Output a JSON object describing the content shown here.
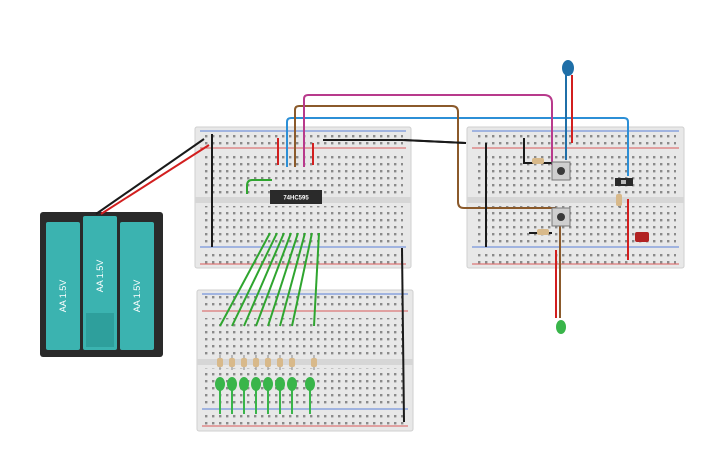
{
  "battery_pack": {
    "cells": [
      "AA 1.5V",
      "AA 1.5V",
      "AA 1.5V"
    ]
  },
  "ic_chip": {
    "label": "74HC595"
  },
  "colors": {
    "breadboard": "#e6e6e6",
    "rail_red": "#d22b2b",
    "rail_blue": "#2b5fd2",
    "battery_body": "#2a2a2a",
    "battery_cell": "#3bb3b0",
    "wire_green": "#2fa52f",
    "wire_red": "#d21f1f",
    "wire_black": "#1a1a1a",
    "wire_magenta": "#b83a8c",
    "wire_brown": "#8b5a2b",
    "wire_blue": "#2c8fd6",
    "led_green": "#39b54a",
    "led_red": "#b22222",
    "led_blue": "#1f6fa8"
  },
  "icons": [
    "battery-pack-icon",
    "ic-chip-icon",
    "led-icon",
    "resistor-icon",
    "pushbutton-icon",
    "slide-switch-icon"
  ]
}
